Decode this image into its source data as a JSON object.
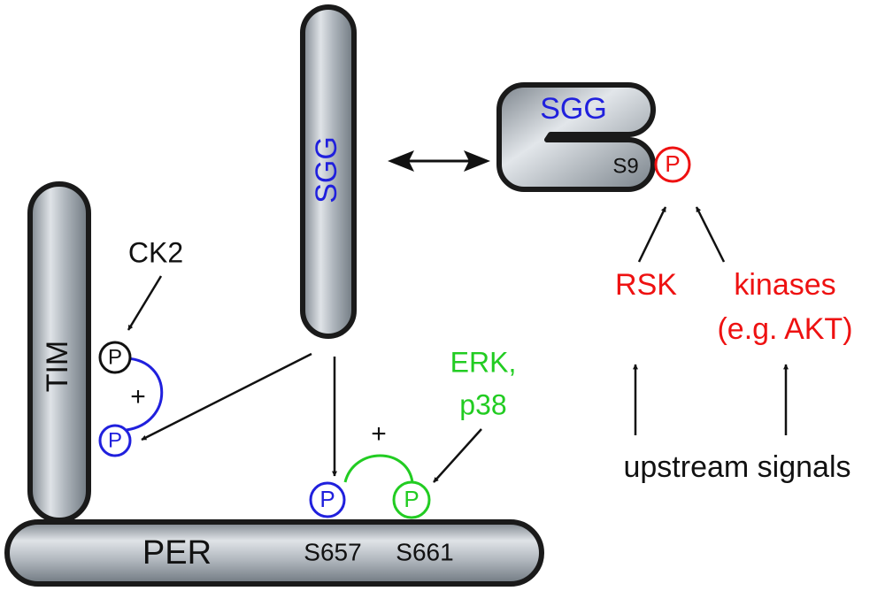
{
  "colors": {
    "black": "#111111",
    "blue": "#2020dd",
    "red": "#ee1111",
    "green": "#22cc22",
    "shape_stroke": "#1a1a1a"
  },
  "proteins": {
    "sgg_vertical": "SGG",
    "sgg_folded": "SGG",
    "sgg_folded_site": "S9",
    "tim": "TIM",
    "per": "PER",
    "per_site_1": "S657",
    "per_site_2": "S661"
  },
  "phospho": {
    "symbol": "P"
  },
  "kinases": {
    "ck2": "CK2",
    "erk_line1": "ERK,",
    "erk_line2": "p38",
    "rsk": "RSK",
    "other_line1": "kinases",
    "other_line2": "(e.g. AKT)"
  },
  "signals": {
    "upstream": "upstream signals"
  },
  "cooperativity": {
    "plus": "+"
  }
}
